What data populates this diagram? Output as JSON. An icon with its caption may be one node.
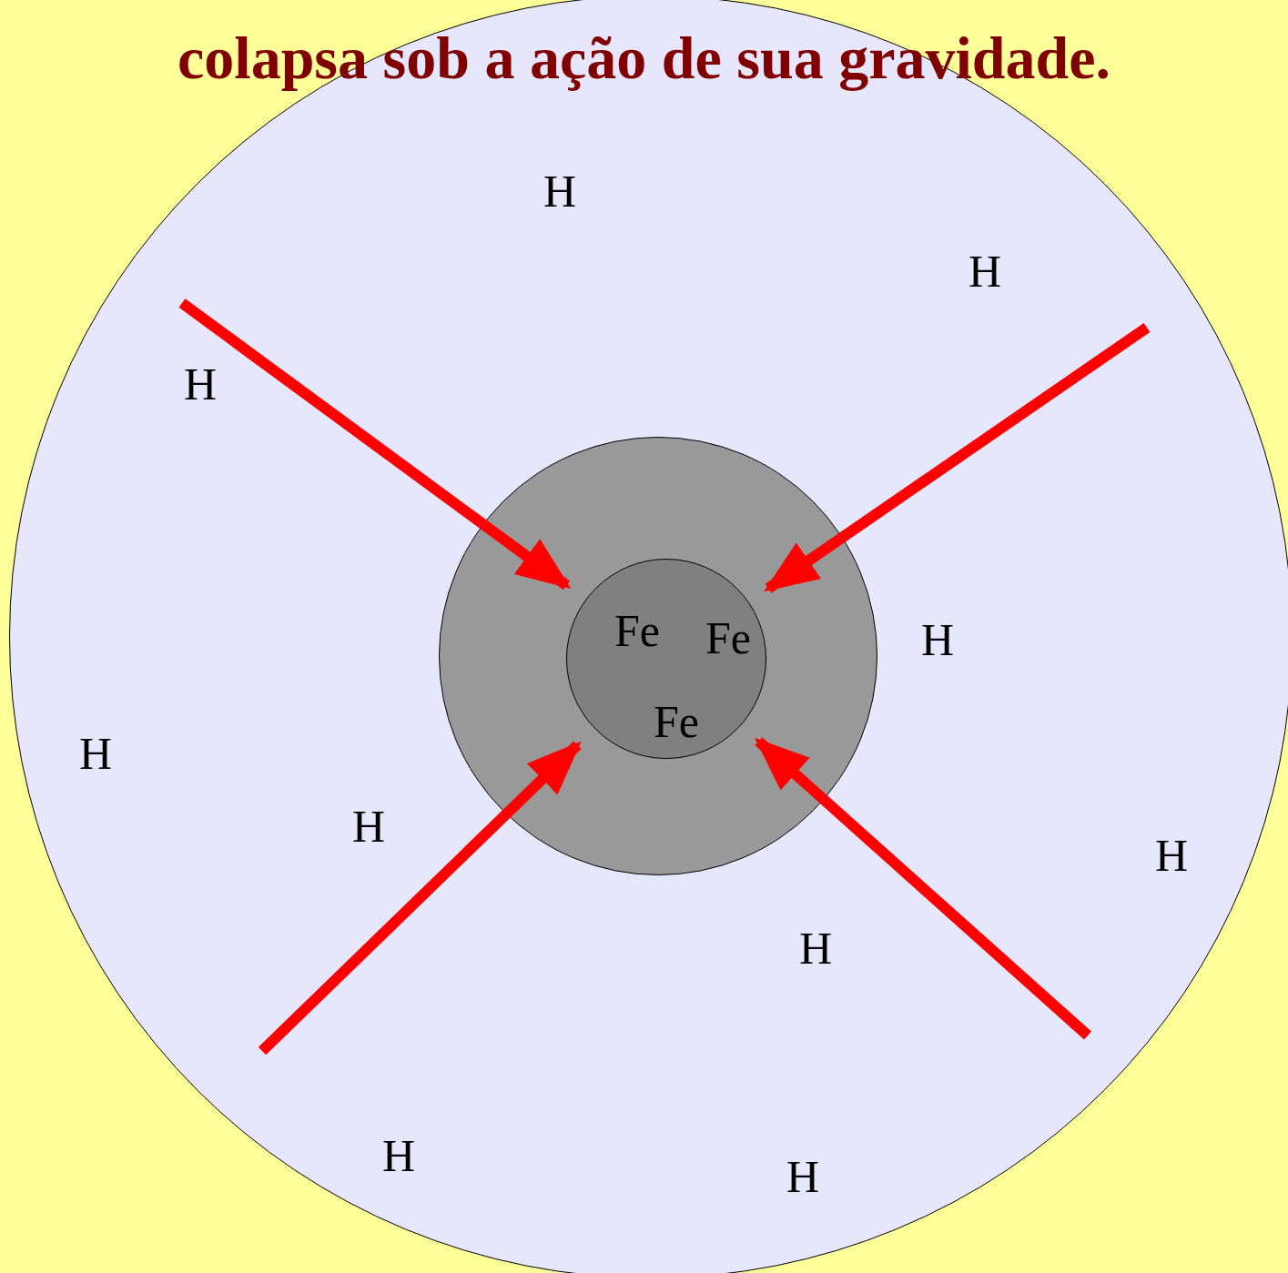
{
  "diagram": {
    "title": "colapsa sob a ação de sua gravidade.",
    "nodes": [
      {
        "text": [],
        "shape": "circle"
      },
      {
        "text": [],
        "shape": "circle",
        "in": 0
      },
      {
        "text": [
          "Fe",
          "Fe",
          "Fe"
        ],
        "in": 1
      }
    ],
    "edges": [
      {
        "from": null,
        "to": 2,
        "arrow": "to",
        "color": "#ff0000"
      },
      {
        "from": null,
        "to": 2,
        "arrow": "to",
        "color": "#ff0000"
      },
      {
        "from": null,
        "to": 2,
        "arrow": "to",
        "color": "#ff0000"
      },
      {
        "from": null,
        "to": 2,
        "arrow": "to",
        "color": "#ff0000"
      }
    ],
    "labels": [
      "H",
      "H",
      "H",
      "H",
      "H",
      "H",
      "H",
      "H",
      "H",
      "H"
    ]
  }
}
